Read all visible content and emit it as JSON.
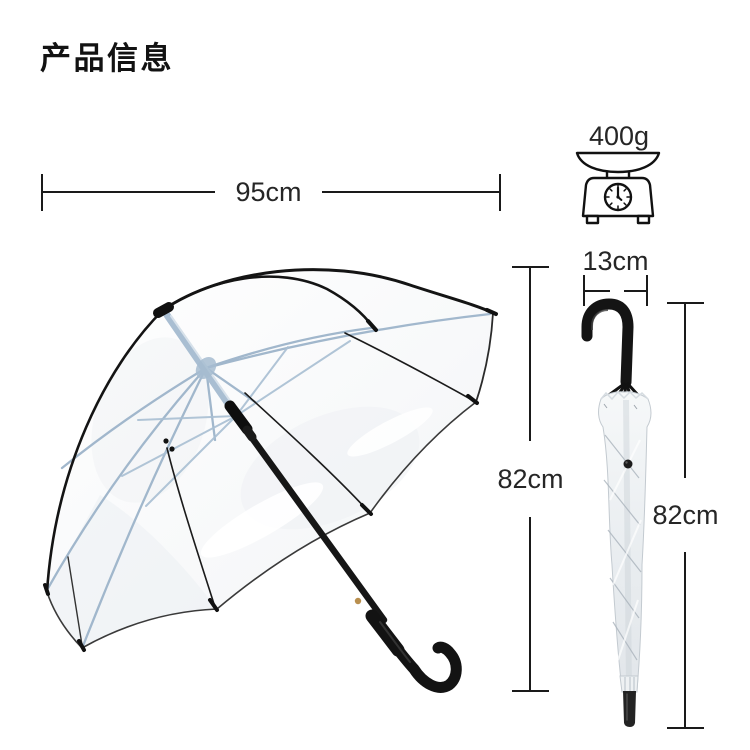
{
  "page": {
    "title": "产品信息"
  },
  "measurements": {
    "canopy_width": "95cm",
    "weight": "400g",
    "hook_width": "13cm",
    "open_height": "82cm",
    "closed_height": "82cm"
  },
  "icons": {
    "scale": "kitchen-scale-icon",
    "open_umbrella": "transparent-umbrella-open",
    "closed_umbrella": "transparent-umbrella-closed"
  },
  "colors": {
    "dimension_line": "#1a1a1a",
    "text": "#262626",
    "rib_blue": "#9db4ca",
    "umbrella_black": "#161616",
    "canopy_tint": "#f4f6f8"
  }
}
